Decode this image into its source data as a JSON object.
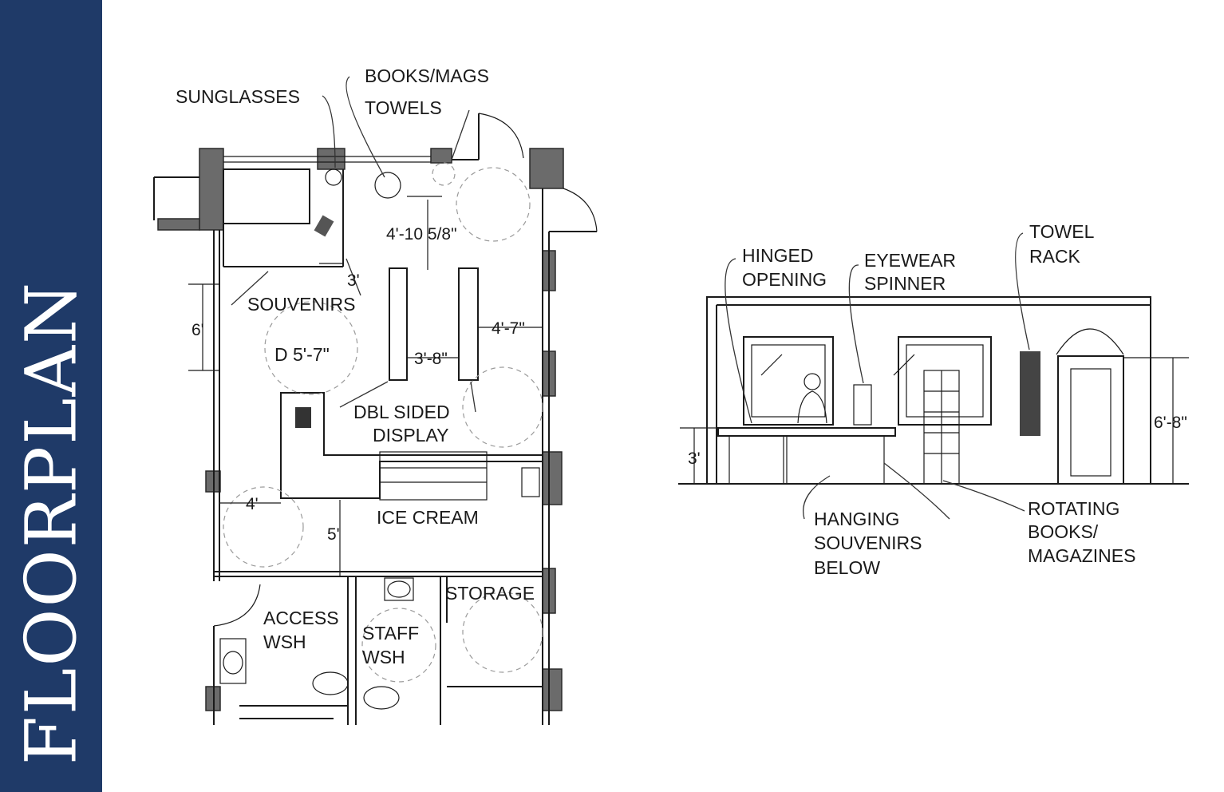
{
  "sidebar": {
    "title": "FLOORPLAN",
    "color": "#1f3a68"
  },
  "plan": {
    "labels": {
      "sunglasses": "SUNGLASSES",
      "books_mags": "BOOKS/MAGS",
      "towels": "TOWELS",
      "souvenirs": "SOUVENIRS",
      "dbl_sided_1": "DBL SIDED",
      "dbl_sided_2": "DISPLAY",
      "ice_cream": "ICE CREAM",
      "storage": "STORAGE",
      "access_1": "ACCESS",
      "access_2": "WSH",
      "staff_1": "STAFF",
      "staff_2": "WSH"
    },
    "dimensions": {
      "d1": "4'-10 5/8\"",
      "d2": "3'",
      "d3": "6'",
      "d4": "D 5'-7\"",
      "d5": "3'-8\"",
      "d6": "4'-7\"",
      "d7": "4'",
      "d8": "5'"
    }
  },
  "elevation": {
    "labels": {
      "hinged_1": "HINGED",
      "hinged_2": "OPENING",
      "eyewear_1": "EYEWEAR",
      "eyewear_2": "SPINNER",
      "towel_1": "TOWEL",
      "towel_2": "RACK",
      "hanging_1": "HANGING",
      "hanging_2": "SOUVENIRS",
      "hanging_3": "BELOW",
      "rotating_1": "ROTATING",
      "rotating_2": "BOOKS/",
      "rotating_3": "MAGAZINES"
    },
    "dimensions": {
      "height_counter": "3'",
      "height_door": "6'-8\""
    }
  }
}
